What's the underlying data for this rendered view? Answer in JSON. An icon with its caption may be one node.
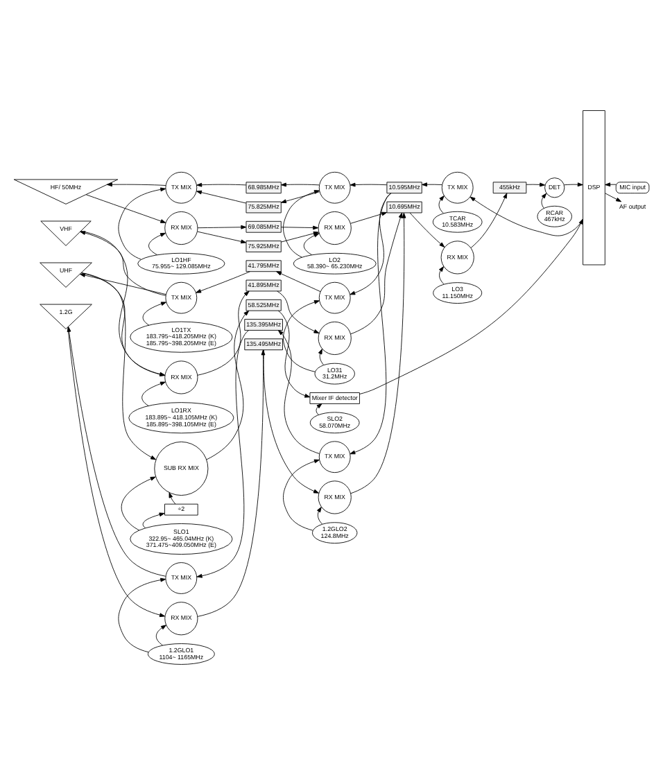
{
  "diagram": {
    "nodes": [
      {
        "text": [
          "HF/ 50MHz"
        ]
      },
      {
        "text": [
          "TX MIX"
        ]
      },
      {
        "text": [
          "68.985MHz"
        ]
      },
      {
        "text": [
          "75.825MHz"
        ]
      },
      {
        "text": [
          "TX MIX"
        ]
      },
      {
        "text": [
          "RX MIX"
        ]
      },
      {
        "text": [
          "69.085MHz"
        ]
      },
      {
        "text": [
          "75.925MHz"
        ]
      },
      {
        "text": [
          "RX MIX"
        ]
      },
      {
        "text": [
          "LO1HF",
          "75.955~ 129.085MHz"
        ]
      },
      {
        "text": [
          "LO2",
          "58.390~ 65.230MHz"
        ]
      },
      {
        "text": [
          "10.595MHz"
        ]
      },
      {
        "text": [
          "TX MIX"
        ]
      },
      {
        "text": [
          "TCAR",
          "10.583MHz"
        ]
      },
      {
        "text": [
          "10.695MHz"
        ]
      },
      {
        "text": [
          "RX MIX"
        ]
      },
      {
        "text": [
          "LO3",
          "11.150MHz"
        ]
      },
      {
        "text": [
          "455kHz"
        ]
      },
      {
        "text": [
          "DET"
        ]
      },
      {
        "text": [
          "RCAR",
          "467kHz"
        ]
      },
      {
        "text": [
          "DSP"
        ]
      },
      {
        "text": [
          "MIC input"
        ]
      },
      {
        "text": [
          "AF output"
        ]
      },
      {
        "text": [
          "VHF"
        ]
      },
      {
        "text": [
          "UHF"
        ]
      },
      {
        "text": [
          "TX MIX"
        ]
      },
      {
        "text": [
          "41.795MHz"
        ]
      },
      {
        "text": [
          "TX MIX"
        ]
      },
      {
        "text": [
          "LO1TX",
          "183.795~418.205MHz (K)",
          "185.795~398.205MHz (E)"
        ]
      },
      {
        "text": [
          "RX MIX"
        ]
      },
      {
        "text": [
          "41.895MHz"
        ]
      },
      {
        "text": [
          "RX MIX"
        ]
      },
      {
        "text": [
          "LO1RX",
          "183.895~ 418.105MHz (K)",
          "185.895~398.105MHz (E)"
        ]
      },
      {
        "text": [
          "LO31",
          "31.2MHz"
        ]
      },
      {
        "text": [
          "SUB RX MIX"
        ]
      },
      {
        "text": [
          "58.525MHz"
        ]
      },
      {
        "text": [
          "Mixer IF detector"
        ]
      },
      {
        "text": [
          "÷2"
        ]
      },
      {
        "text": [
          "SLO1",
          "322.95~ 465.04MHz (K)",
          "371.475~409.050MHz (E)"
        ]
      },
      {
        "text": [
          "SLO2",
          "58.070MHz"
        ]
      },
      {
        "text": [
          "1.2G"
        ]
      },
      {
        "text": [
          "TX MIX"
        ]
      },
      {
        "text": [
          "135.395MHz"
        ]
      },
      {
        "text": [
          "TX MIX"
        ]
      },
      {
        "text": [
          "RX MIX"
        ]
      },
      {
        "text": [
          "135.495MHz"
        ]
      },
      {
        "text": [
          "RX MIX"
        ]
      },
      {
        "text": [
          "1.2GLO1",
          "1104~ 1165MHz"
        ]
      },
      {
        "text": [
          "1.2GLO2",
          "124.8MHz"
        ]
      }
    ],
    "edges": [
      {
        "from": 20,
        "to": 12,
        "arrow": "to"
      },
      {
        "from": 13,
        "to": 12,
        "arrow": "to"
      },
      {
        "from": 12,
        "to": 11,
        "arrow": "to"
      },
      {
        "from": 11,
        "to": 4,
        "arrow": "to"
      },
      {
        "from": 11,
        "to": 27,
        "arrow": "to"
      },
      {
        "from": 11,
        "to": 43,
        "arrow": "to"
      },
      {
        "from": 4,
        "to": 2,
        "arrow": "to"
      },
      {
        "from": 4,
        "to": 3,
        "arrow": "to"
      },
      {
        "from": 2,
        "to": 1,
        "arrow": "to"
      },
      {
        "from": 3,
        "to": 1,
        "arrow": "to"
      },
      {
        "from": 1,
        "to": 0,
        "arrow": "to"
      },
      {
        "from": 9,
        "to": 1,
        "arrow": "to"
      },
      {
        "from": 9,
        "to": 5,
        "arrow": "to"
      },
      {
        "from": 10,
        "to": 4,
        "arrow": "to"
      },
      {
        "from": 10,
        "to": 8,
        "arrow": "to"
      },
      {
        "from": 0,
        "to": 5,
        "arrow": "to"
      },
      {
        "from": 5,
        "to": 6,
        "arrow": "to"
      },
      {
        "from": 5,
        "to": 7,
        "arrow": "to"
      },
      {
        "from": 6,
        "to": 8,
        "arrow": "to"
      },
      {
        "from": 7,
        "to": 8,
        "arrow": "to"
      },
      {
        "from": 8,
        "to": 14,
        "arrow": "to"
      },
      {
        "from": 14,
        "to": 15,
        "arrow": "to"
      },
      {
        "from": 16,
        "to": 15,
        "arrow": "to"
      },
      {
        "from": 15,
        "to": 17,
        "arrow": "to"
      },
      {
        "from": 17,
        "to": 18,
        "arrow": "to"
      },
      {
        "from": 19,
        "to": 18,
        "arrow": "to"
      },
      {
        "from": 18,
        "to": 20,
        "arrow": "to"
      },
      {
        "from": 21,
        "to": 20,
        "arrow": "to"
      },
      {
        "from": 20,
        "to": 22,
        "arrow": "to"
      },
      {
        "from": 27,
        "to": 26,
        "arrow": "to"
      },
      {
        "from": 26,
        "to": 25,
        "arrow": "to"
      },
      {
        "from": 28,
        "to": 25,
        "arrow": "to"
      },
      {
        "from": 25,
        "to": 24,
        "arrow": "to"
      },
      {
        "from": 25,
        "to": 23,
        "arrow": "to"
      },
      {
        "from": 33,
        "to": 27,
        "arrow": "to"
      },
      {
        "from": 23,
        "to": 29,
        "arrow": "to"
      },
      {
        "from": 24,
        "to": 29,
        "arrow": "to"
      },
      {
        "from": 32,
        "to": 29,
        "arrow": "to"
      },
      {
        "from": 29,
        "to": 30,
        "arrow": "to"
      },
      {
        "from": 30,
        "to": 31,
        "arrow": "to"
      },
      {
        "from": 33,
        "to": 31,
        "arrow": "to"
      },
      {
        "from": 31,
        "to": 14,
        "arrow": "to"
      },
      {
        "from": 24,
        "to": 34,
        "arrow": "to"
      },
      {
        "from": 38,
        "to": 34,
        "arrow": "to"
      },
      {
        "from": 38,
        "to": 37,
        "arrow": "to"
      },
      {
        "from": 37,
        "to": 34,
        "arrow": "to"
      },
      {
        "from": 34,
        "to": 35,
        "arrow": "to"
      },
      {
        "from": 35,
        "to": 36,
        "arrow": "to"
      },
      {
        "from": 39,
        "to": 36,
        "arrow": "to"
      },
      {
        "from": 36,
        "to": 20,
        "arrow": "to"
      },
      {
        "from": 43,
        "to": 42,
        "arrow": "to"
      },
      {
        "from": 42,
        "to": 41,
        "arrow": "to"
      },
      {
        "from": 41,
        "to": 40,
        "arrow": "to"
      },
      {
        "from": 47,
        "to": 41,
        "arrow": "to"
      },
      {
        "from": 48,
        "to": 43,
        "arrow": "to"
      },
      {
        "from": 40,
        "to": 44,
        "arrow": "to"
      },
      {
        "from": 47,
        "to": 44,
        "arrow": "to"
      },
      {
        "from": 44,
        "to": 45,
        "arrow": "to"
      },
      {
        "from": 45,
        "to": 46,
        "arrow": "to"
      },
      {
        "from": 48,
        "to": 46,
        "arrow": "to"
      },
      {
        "from": 46,
        "to": 14,
        "arrow": "to"
      }
    ]
  }
}
